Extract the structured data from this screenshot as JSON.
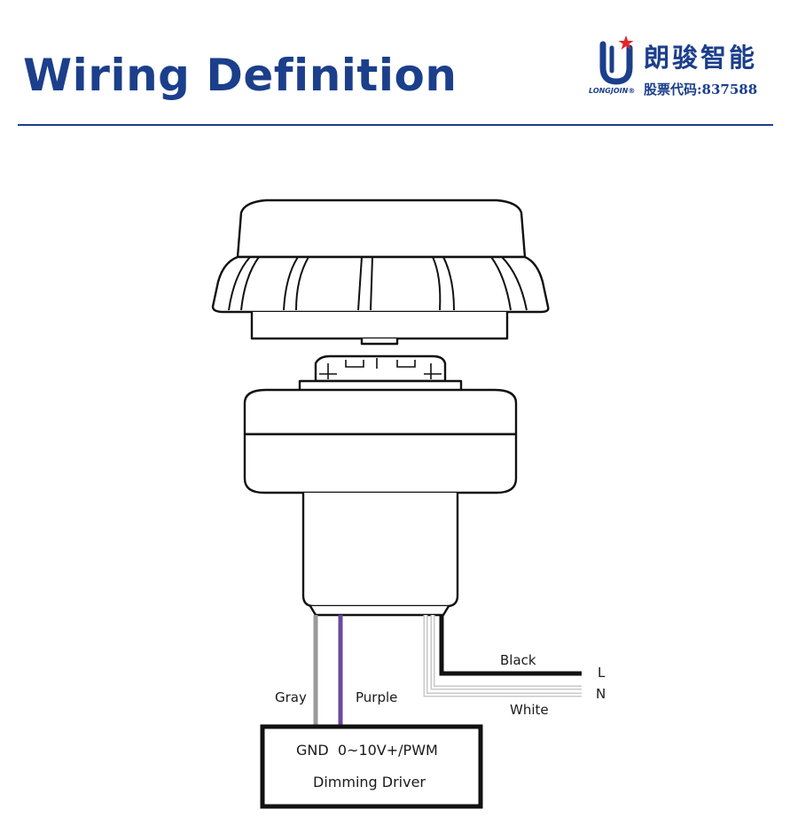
{
  "header": {
    "title": "Wiring Definition"
  },
  "brand": {
    "name_cn": "朗骏智能",
    "name_latin": "LONGJOIN®",
    "stock_code": "股票代码:837588"
  },
  "wires": {
    "gray": "Gray",
    "purple": "Purple",
    "black": "Black",
    "white": "White"
  },
  "terminals": {
    "live": "L",
    "neutral": "N"
  },
  "driver": {
    "pins_label": "GND  0~10V+/PWM",
    "name": "Dimming Driver"
  },
  "colors": {
    "title_blue": "#1b3f8b",
    "rule_blue": "#1b3f8b",
    "gray_wire": "#9a9a9a",
    "purple_wire": "#6a4a9c",
    "black_wire": "#111111",
    "white_wire": "#c8c8c8",
    "logo_star": "#e0262a"
  },
  "icons": {
    "logo": "longjoin-logo-icon"
  }
}
